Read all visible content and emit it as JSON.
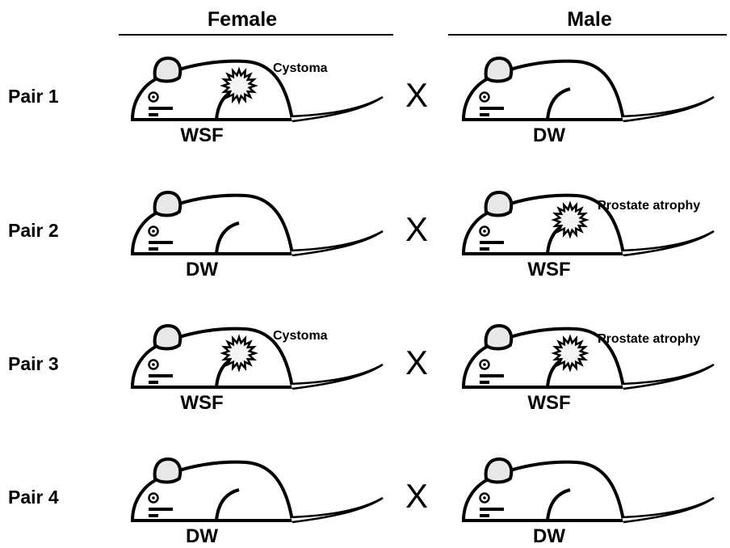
{
  "headers": {
    "female": "Female",
    "male": "Male"
  },
  "cross_symbol": "X",
  "pairs": [
    {
      "label": "Pair 1",
      "female": {
        "treatment": "WSF",
        "annotation": "Cystoma",
        "lesion": true
      },
      "male": {
        "treatment": "DW",
        "annotation": "",
        "lesion": false
      }
    },
    {
      "label": "Pair 2",
      "female": {
        "treatment": "DW",
        "annotation": "",
        "lesion": false
      },
      "male": {
        "treatment": "WSF",
        "annotation": "Prostate atrophy",
        "lesion": true
      }
    },
    {
      "label": "Pair 3",
      "female": {
        "treatment": "WSF",
        "annotation": "Cystoma",
        "lesion": true
      },
      "male": {
        "treatment": "WSF",
        "annotation": "Prostate atrophy",
        "lesion": true
      }
    },
    {
      "label": "Pair 4",
      "female": {
        "treatment": "DW",
        "annotation": "",
        "lesion": false
      },
      "male": {
        "treatment": "DW",
        "annotation": "",
        "lesion": false
      }
    }
  ]
}
